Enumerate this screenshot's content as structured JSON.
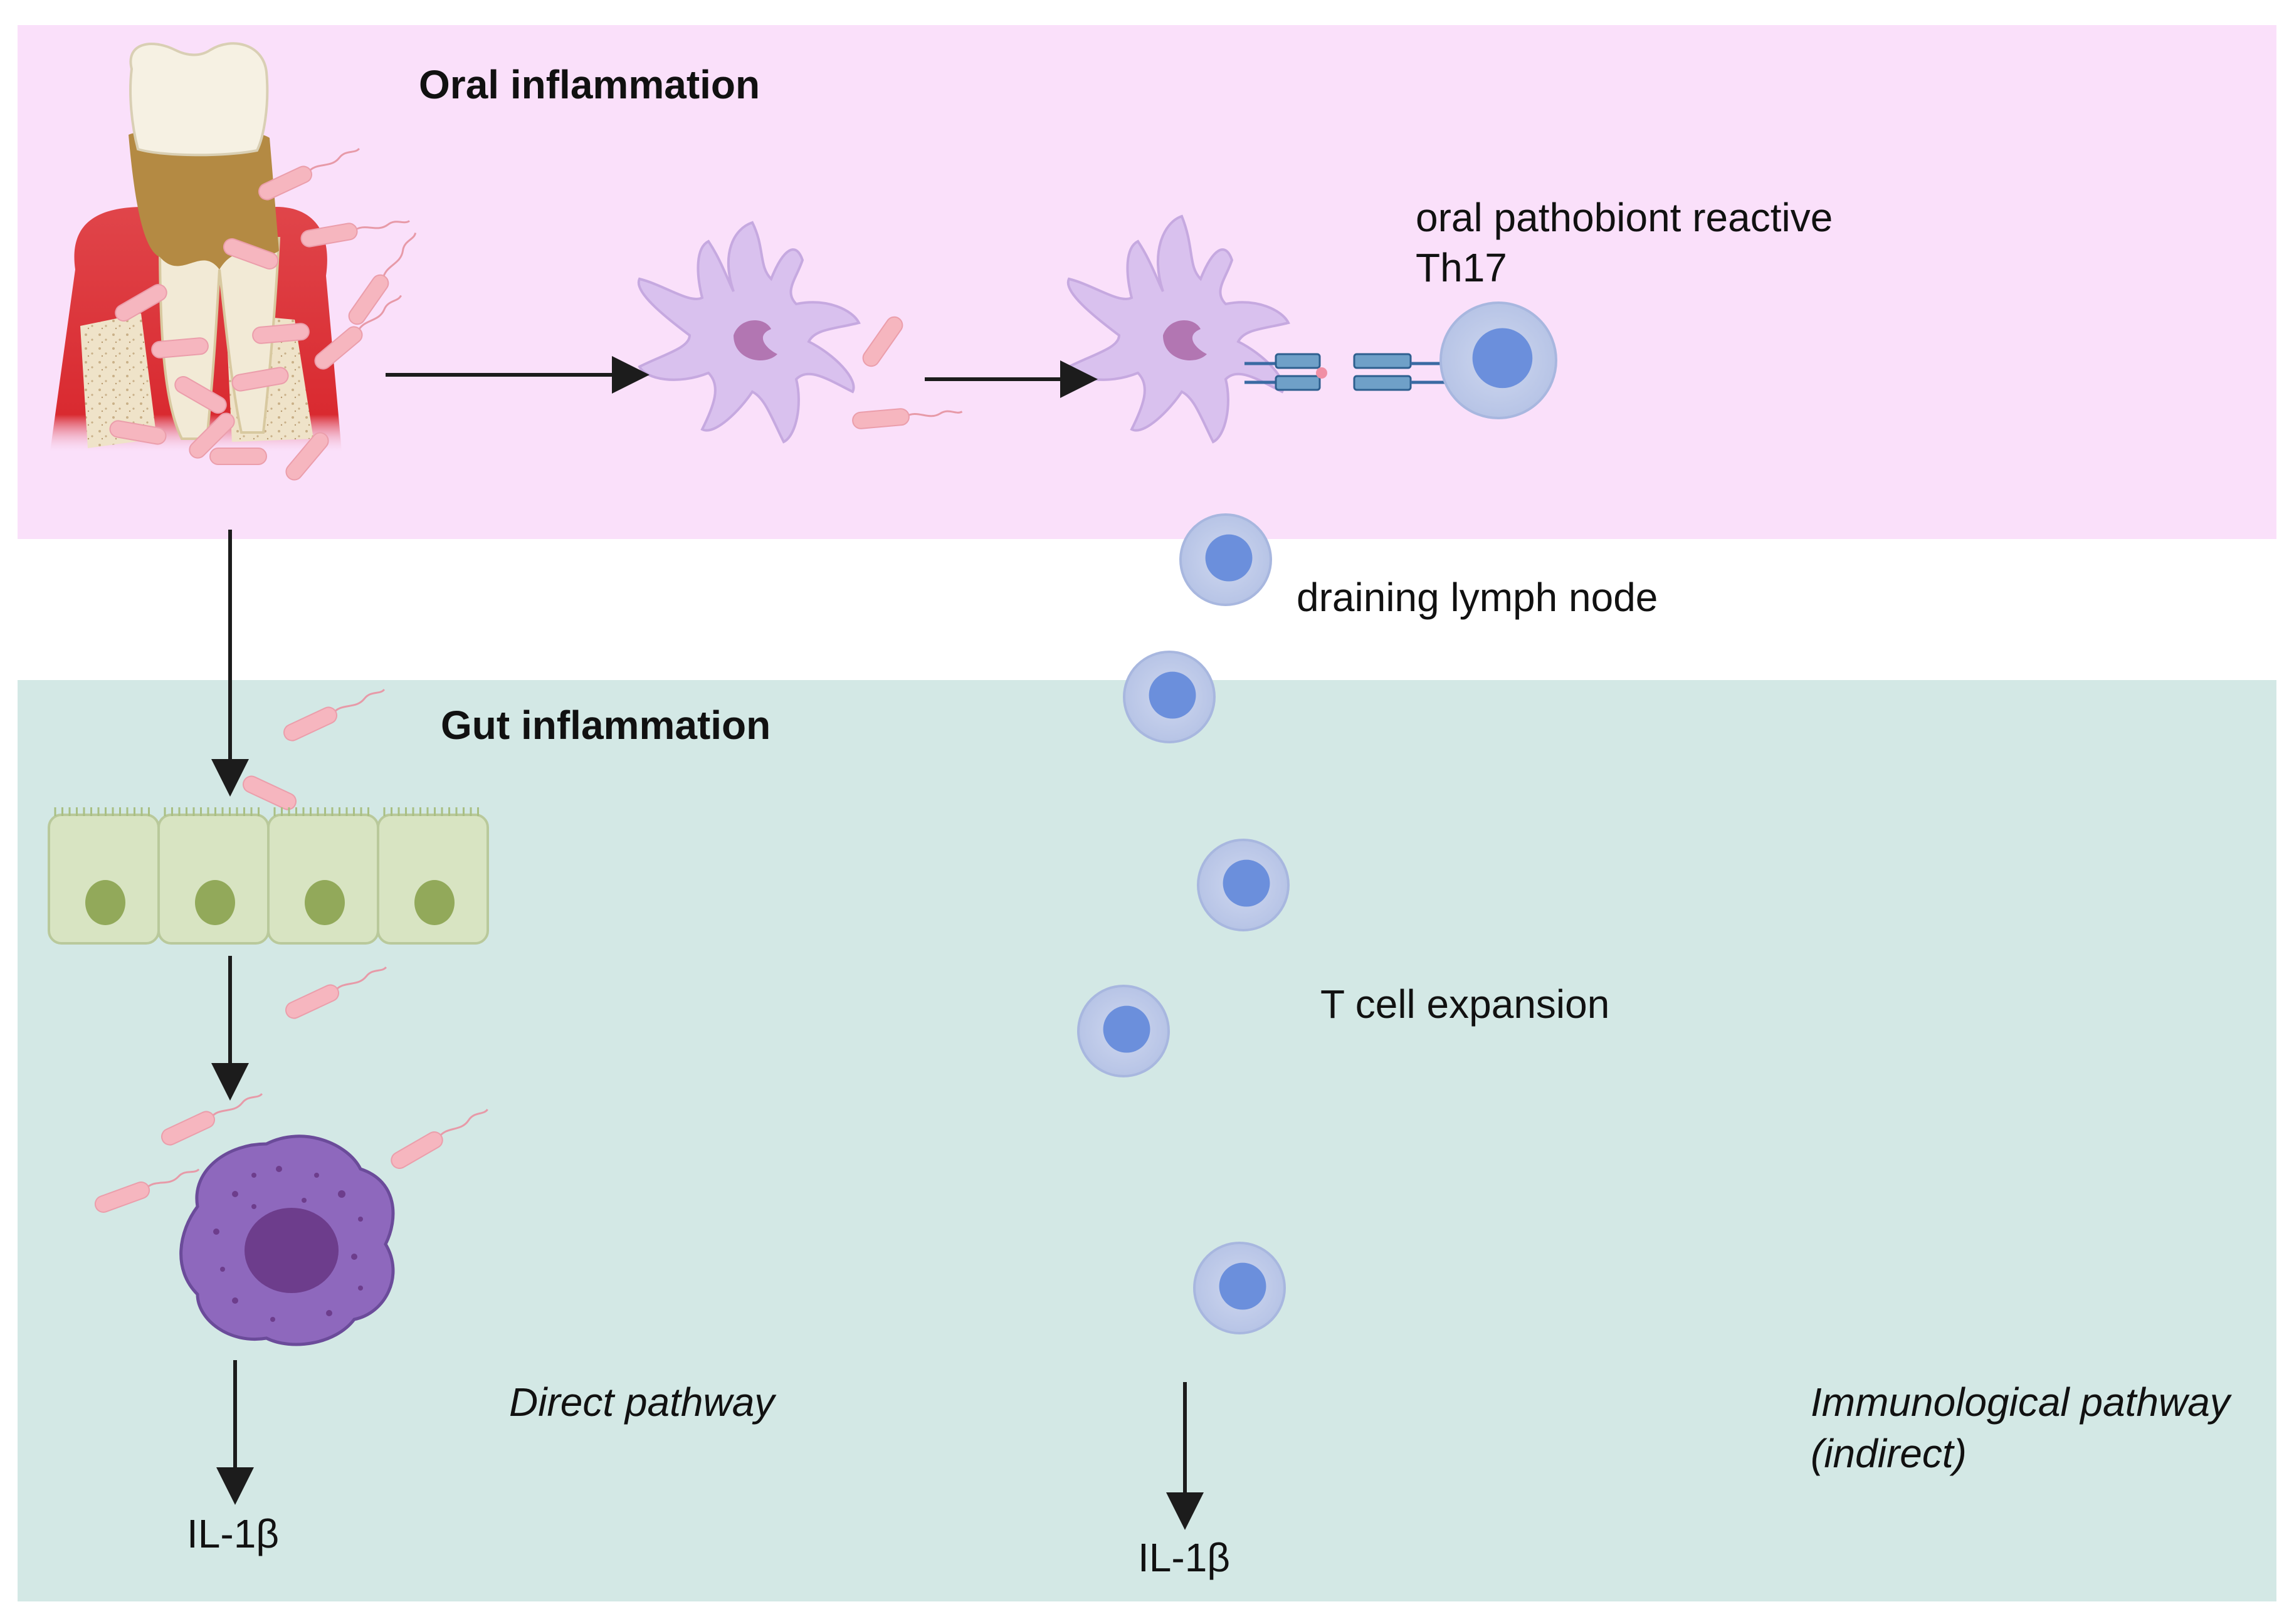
{
  "panels": {
    "oral": {
      "title": "Oral inflammation",
      "color": "#fae0fa"
    },
    "gut": {
      "title": "Gut inflammation",
      "color": "#d3e8e5"
    }
  },
  "labels": {
    "th17": [
      "oral pathobiont reactive",
      "Th17"
    ],
    "lymph_node": "draining lymph node",
    "expansion": "T cell expansion",
    "direct": "Direct pathway",
    "indirect": [
      "Immunological pathway",
      "(indirect)"
    ],
    "il1b_left": "IL-1β",
    "il1b_right": "IL-1β"
  },
  "icons": [
    "tooth-icon",
    "bacteria-icon",
    "dendritic-cell-icon",
    "receptor-complex-icon",
    "t-cell-icon",
    "epithelial-cell-icon",
    "macrophage-icon"
  ],
  "colors": {
    "bacteria": "#f6b6bf",
    "dendritic_cell": "#d9c1ee",
    "nucleus_dc": "#b276b2",
    "tcell": "#c2cde9",
    "tcell_nucleus": "#6b8fdc",
    "macrophage": "#8e68bd",
    "epithelium": "#d8e4c2",
    "epi_nucleus": "#92a95a",
    "arrow": "#1c1c1c"
  }
}
